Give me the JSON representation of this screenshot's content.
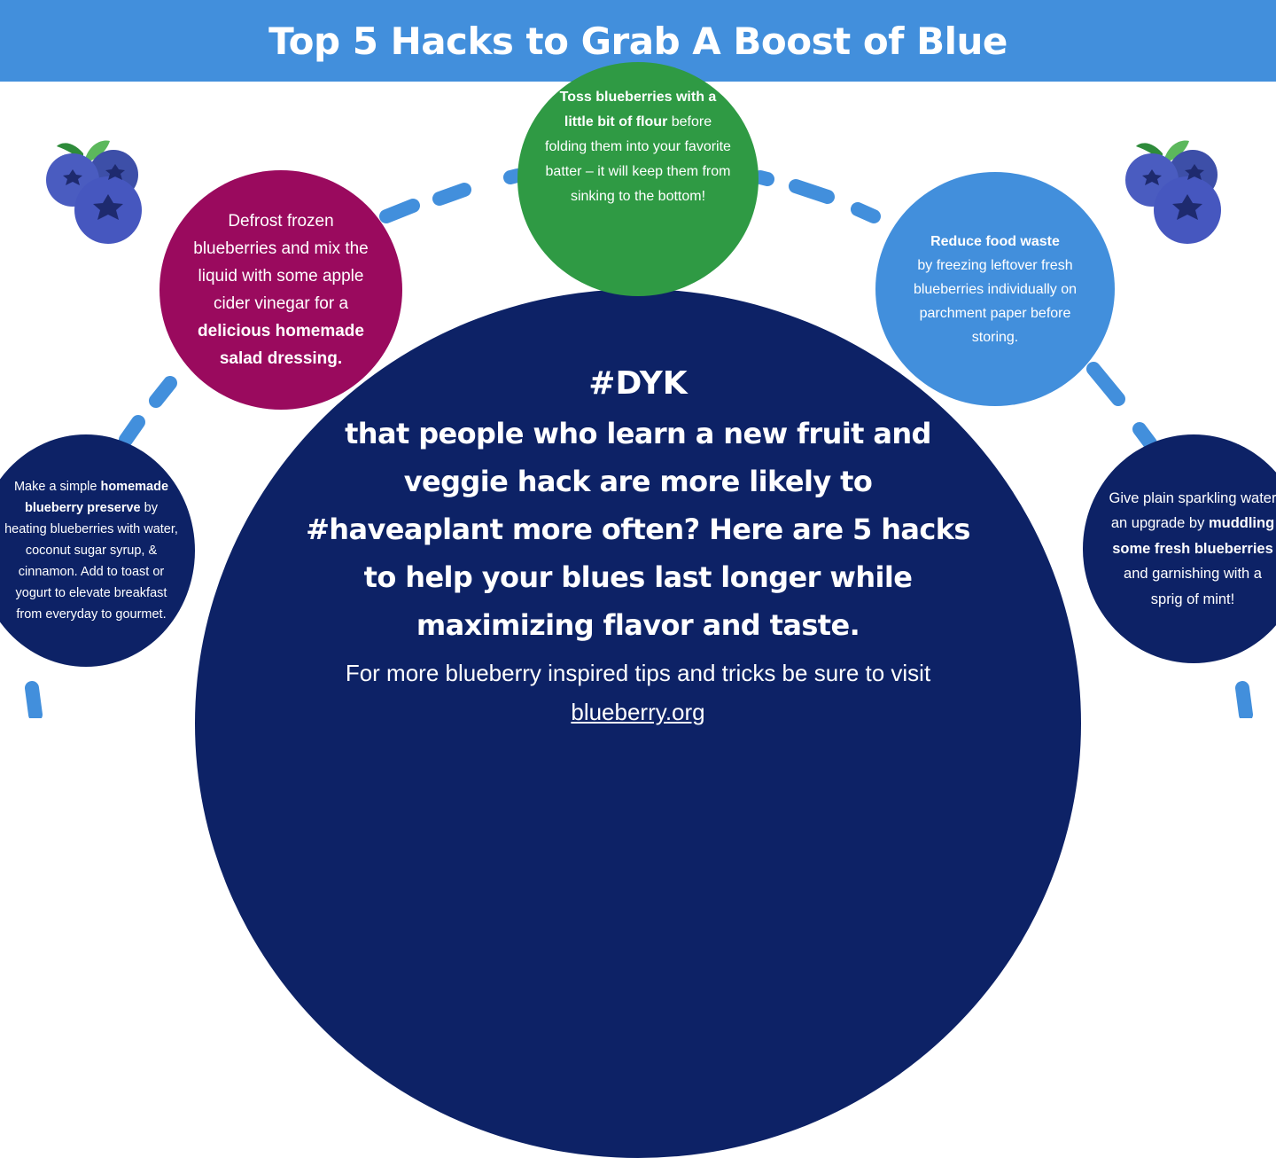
{
  "title": "Top 5 Hacks to Grab A Boost of Blue",
  "colors": {
    "banner": "#428fdc",
    "green": "#2f9a44",
    "magenta": "#9a0a5e",
    "light_blue": "#428fdc",
    "navy": "#0d2266",
    "dash": "#428fdc"
  },
  "icons": [
    "blueberry-cluster-icon",
    "blueberry-cluster-icon"
  ],
  "tips": {
    "flour": {
      "bold": "Toss blueberries with a little bit of flour",
      "rest": "before folding them into your favorite batter – it will keep them from sinking to the bottom!"
    },
    "dressing": {
      "rest": "Defrost frozen blueberries and mix the liquid with some apple cider vinegar for a",
      "bold": "delicious homemade salad dressing."
    },
    "waste": {
      "bold": "Reduce food waste",
      "rest": "by freezing leftover fresh blueberries individually on parchment paper before storing."
    },
    "preserve": {
      "pre": "Make a simple",
      "bold": "homemade blueberry preserve",
      "rest": "by heating blueberries with water, coconut sugar syrup, & cinnamon. Add to toast or yogurt to elevate breakfast from everyday to gourmet."
    },
    "sparkling": {
      "pre": "Give plain sparkling water an upgrade by",
      "bold": "muddling some fresh blueberries",
      "rest": "and garnishing with a sprig of mint!"
    }
  },
  "center": {
    "dyk": "#DYK",
    "main": "that people who learn a new fruit and veggie hack are more likely to #haveaplant more often? Here are 5 hacks to help your blues last longer while maximizing flavor and taste.",
    "more": "For more blueberry inspired tips and tricks be sure to visit",
    "link": "blueberry.org"
  }
}
